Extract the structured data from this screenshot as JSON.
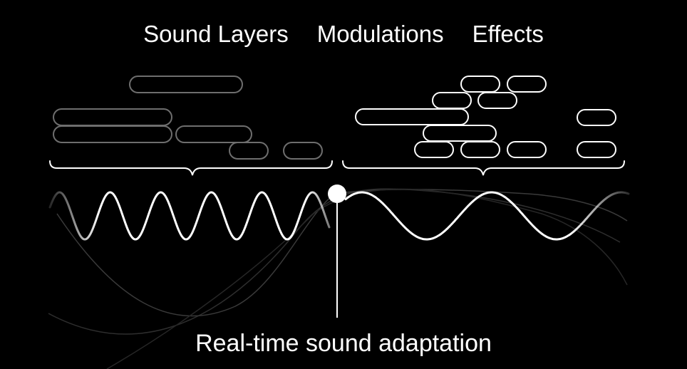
{
  "header": {
    "labels": [
      "Sound Layers",
      "Modulations",
      "Effects"
    ]
  },
  "caption": "Real-time sound adaptation",
  "colors": {
    "background": "#000000",
    "foreground": "#ffffff",
    "dim": "#6e6e6e",
    "faint": "#3a3a3a"
  }
}
